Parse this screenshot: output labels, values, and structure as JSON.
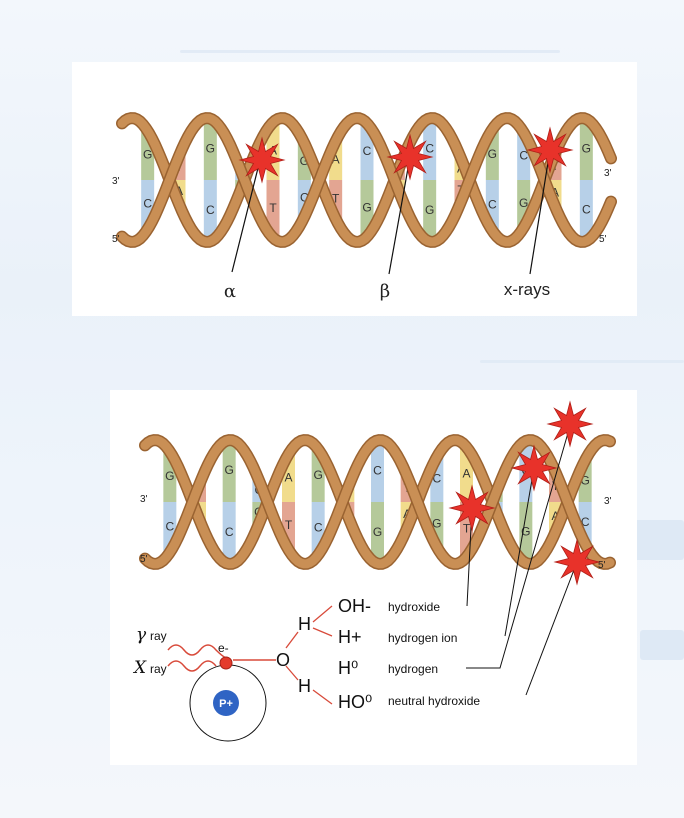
{
  "top_panel": {
    "end_labels": {
      "left_top": "3'",
      "left_bottom": "5'",
      "right_top": "3'",
      "right_bottom": "5'"
    },
    "base_pairs": [
      [
        "G",
        "C"
      ],
      [
        "T",
        "A"
      ],
      [
        "G",
        "C"
      ],
      [
        "C",
        "G"
      ],
      [
        "A",
        "T"
      ],
      [
        "G",
        "C"
      ],
      [
        "A",
        "T"
      ],
      [
        "C",
        "G"
      ],
      [
        "T",
        "A"
      ],
      [
        "C",
        "G"
      ],
      [
        "A",
        "T"
      ],
      [
        "G",
        "C"
      ],
      [
        "C",
        "G"
      ],
      [
        "T",
        "A"
      ],
      [
        "G",
        "C"
      ]
    ],
    "pointer_labels": {
      "alpha": "α",
      "beta": "β",
      "xrays": "x-rays"
    },
    "colors": {
      "strand": "#c98f55",
      "star": "#e8322a"
    }
  },
  "bottom_panel": {
    "end_labels": {
      "left_top": "3'",
      "left_bottom": "5'",
      "right_top": "3'",
      "right_bottom": "5'"
    },
    "base_pairs": [
      [
        "G",
        "C"
      ],
      [
        "T",
        "A"
      ],
      [
        "G",
        "C"
      ],
      [
        "C",
        "G"
      ],
      [
        "A",
        "T"
      ],
      [
        "G",
        "C"
      ],
      [
        "A",
        "T"
      ],
      [
        "C",
        "G"
      ],
      [
        "T",
        "A"
      ],
      [
        "C",
        "G"
      ],
      [
        "A",
        "T"
      ],
      [
        "G",
        "C"
      ],
      [
        "C",
        "G"
      ],
      [
        "T",
        "A"
      ],
      [
        "G",
        "C"
      ]
    ],
    "rays": {
      "gamma_symbol": "γ",
      "gamma_text": "ray",
      "x_symbol": "X",
      "x_text": "ray"
    },
    "atom": {
      "electron": "e-",
      "proton": "P+"
    },
    "molecule": {
      "oxygen": "O",
      "hydrogen_top": "H",
      "hydrogen_bottom": "H"
    },
    "products": [
      {
        "formula": "OH-",
        "name": "hydroxide"
      },
      {
        "formula": "H+",
        "name": "hydrogen ion"
      },
      {
        "formula": "H⁰",
        "name": "hydrogen"
      },
      {
        "formula": "HO⁰",
        "name": "neutral hydroxide"
      }
    ]
  },
  "colors": {
    "G": "#b5c99a",
    "C": "#b7d0e8",
    "T": "#e3a592",
    "A": "#f1dc8c",
    "strand": "#c98f55",
    "strand_dark": "#9a6331",
    "star": "#e8322a",
    "proton": "#2f64c4",
    "electron": "#e43b2c"
  }
}
